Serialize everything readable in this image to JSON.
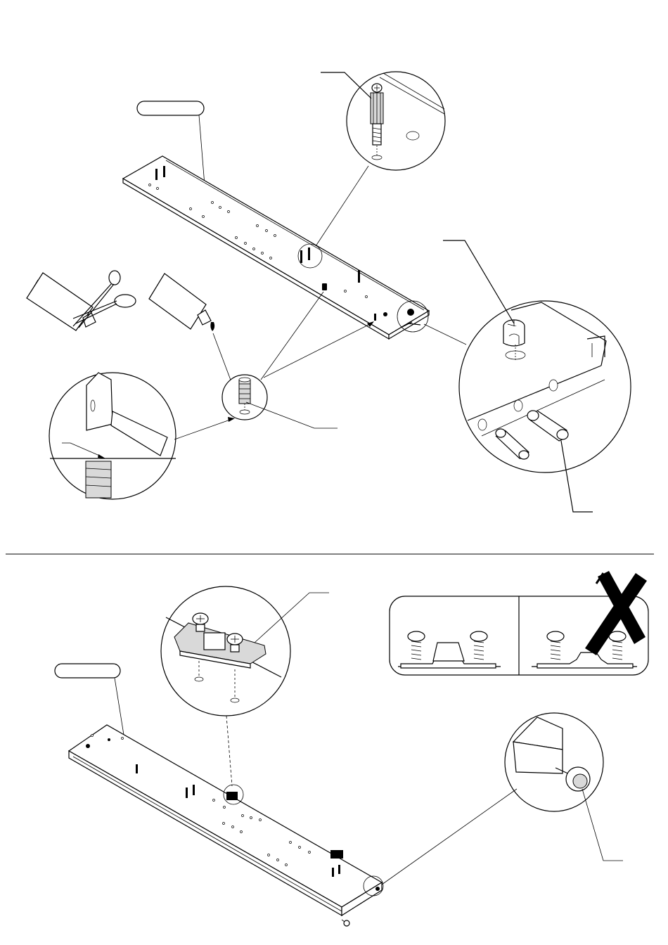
{
  "document": {
    "type": "assembly-instruction-page",
    "colors": {
      "line": "#000000",
      "background": "#ffffff",
      "shade": "#d9d9d9"
    }
  },
  "step_top": {
    "part_label": "",
    "callouts": [
      {
        "id": "cam-bolt-callout",
        "icon": "cam-bolt-icon",
        "label": ""
      },
      {
        "id": "cam-lock-callout",
        "icon": "cam-lock-icon",
        "label": ""
      },
      {
        "id": "wooden-dowel-callout",
        "icon": "wooden-dowel-icon",
        "label": ""
      },
      {
        "id": "plastic-insert-callout",
        "icon": "plastic-insert-icon",
        "label": ""
      }
    ],
    "tools": [
      "glue-tube-icon",
      "scissors-icon",
      "hammer-icon"
    ]
  },
  "step_bottom": {
    "part_label": "",
    "callouts": [
      {
        "id": "hinge-plate-callout",
        "icon": "hinge-mounting-plate-icon",
        "label": ""
      },
      {
        "id": "glide-nail-callout",
        "icon": "furniture-glide-icon",
        "label": ""
      }
    ],
    "comparison": {
      "correct_icon": "correct-mounting-icon",
      "wrong_icon": "wrong-mounting-cross-icon"
    }
  }
}
